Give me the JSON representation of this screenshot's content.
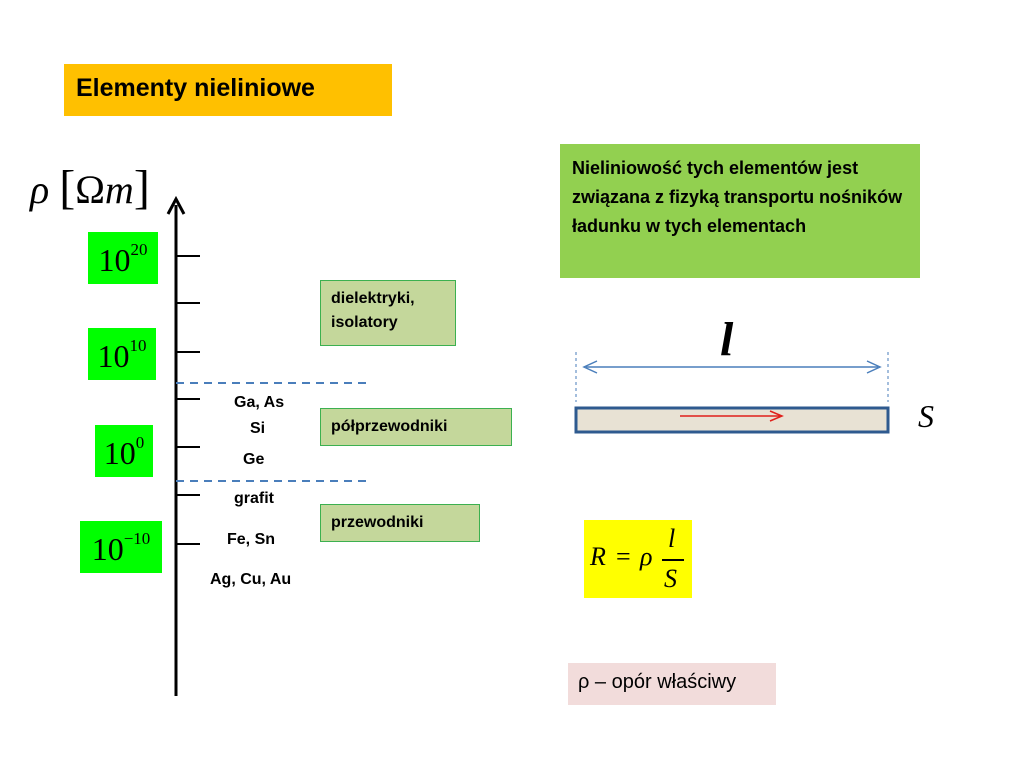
{
  "title": "Elementy nieliniowe",
  "axis_label": {
    "rho": "ρ",
    "bracket_open": "[",
    "omega": "Ω",
    "m": "m",
    "bracket_close": "]"
  },
  "powers": [
    {
      "base": "10",
      "exp": "20"
    },
    {
      "base": "10",
      "exp": "10"
    },
    {
      "base": "10",
      "exp": "0"
    },
    {
      "base": "10",
      "exp": "−10"
    }
  ],
  "classes": {
    "dielectrics": "dielektryki, isolatory",
    "semiconductors": "półprzewodniki",
    "conductors": "przewodniki"
  },
  "materials": [
    "Ga, As",
    "Si",
    "Ge",
    "grafit",
    "Fe, Sn",
    "Ag, Cu, Au"
  ],
  "note": "Nieliniowość tych elementów jest związana z fizyką transportu nośników ładunku w tych elementach",
  "conductor_diagram": {
    "length_symbol": "l",
    "area_symbol": "S"
  },
  "formula": {
    "lhs": "R",
    "equals": "=",
    "rho": "ρ",
    "numerator": "l",
    "denominator": "S"
  },
  "rho_definition": "ρ – opór właściwy",
  "colors": {
    "title_bg": "#ffc000",
    "power_bg": "#00ff00",
    "class_bg": "#c4d79b",
    "class_border": "#3cb050",
    "note_bg": "#92d050",
    "formula_bg": "#ffff00",
    "definition_bg": "#f2dcdb",
    "divider": "#4a7ebb",
    "bar_border": "#2e5a8f",
    "bar_fill": "#e8e2d4",
    "arrow_red": "#e0201b"
  }
}
